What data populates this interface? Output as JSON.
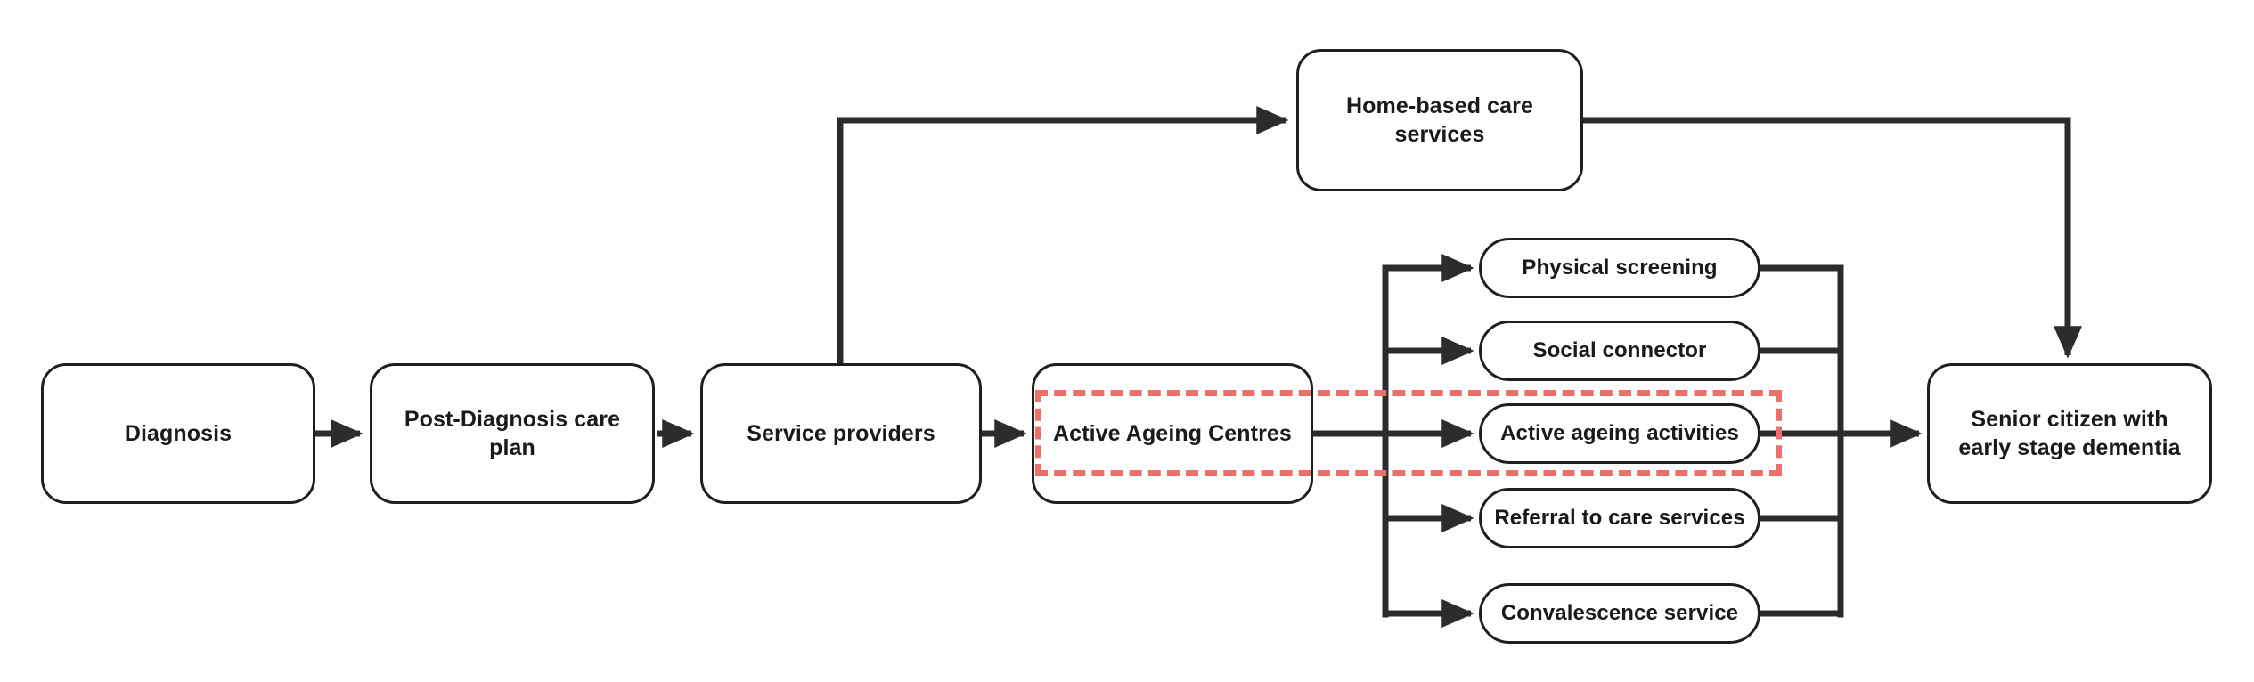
{
  "diagram": {
    "title": "Active Ageing Centres care pathway flow",
    "background_color": "#ffffff",
    "stroke_color": "#1f1f1f",
    "text_color": "#1a1a1a",
    "highlight_color": "#ed6e6a"
  },
  "nodes": {
    "diagnosis": {
      "label": "Diagnosis",
      "shape": "rounded-rect"
    },
    "post_diagnosis": {
      "label": "Post-Diagnosis care plan",
      "shape": "rounded-rect"
    },
    "service_providers": {
      "label": "Service providers",
      "shape": "rounded-rect"
    },
    "active_ageing_centres": {
      "label": "Active Ageing Centres",
      "shape": "rounded-rect"
    },
    "home_based": {
      "label": "Home-based care services",
      "shape": "rounded-rect"
    },
    "senior_citizen": {
      "label": "Senior citizen with early stage dementia",
      "shape": "rounded-rect"
    },
    "physical_screening": {
      "label": "Physical screening",
      "shape": "pill"
    },
    "social_connector": {
      "label": "Social connector",
      "shape": "pill"
    },
    "active_ageing_activities": {
      "label": "Active ageing activities",
      "shape": "pill"
    },
    "referral_to_care": {
      "label": "Referral to care services",
      "shape": "pill"
    },
    "convalescence": {
      "label": "Convalescence service",
      "shape": "pill"
    }
  },
  "highlight": {
    "name": "active-ageing-highlight",
    "style": "dashed",
    "color": "#ed6e6a",
    "encloses": [
      "Active Ageing Centres",
      "Active ageing activities"
    ]
  },
  "edges": [
    {
      "from": "Diagnosis",
      "to": "Post-Diagnosis care plan"
    },
    {
      "from": "Post-Diagnosis care plan",
      "to": "Service providers"
    },
    {
      "from": "Service providers",
      "to": "Active Ageing Centres"
    },
    {
      "from": "Service providers",
      "to": "Home-based care services"
    },
    {
      "from": "Active Ageing Centres",
      "to": "Physical screening"
    },
    {
      "from": "Active Ageing Centres",
      "to": "Social connector"
    },
    {
      "from": "Active Ageing Centres",
      "to": "Active ageing activities"
    },
    {
      "from": "Active Ageing Centres",
      "to": "Referral to care services"
    },
    {
      "from": "Active Ageing Centres",
      "to": "Convalescence service"
    },
    {
      "from": "Physical screening",
      "to": "Senior citizen with early stage dementia"
    },
    {
      "from": "Social connector",
      "to": "Senior citizen with early stage dementia"
    },
    {
      "from": "Active ageing activities",
      "to": "Senior citizen with early stage dementia"
    },
    {
      "from": "Referral to care services",
      "to": "Senior citizen with early stage dementia"
    },
    {
      "from": "Convalescence service",
      "to": "Senior citizen with early stage dementia"
    },
    {
      "from": "Home-based care services",
      "to": "Senior citizen with early stage dementia"
    }
  ]
}
